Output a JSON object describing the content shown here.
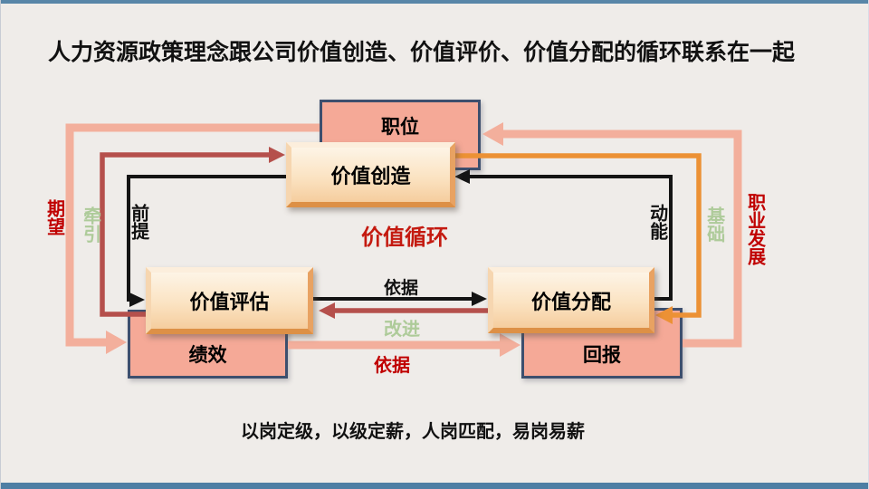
{
  "title": "人力资源政策理念跟公司价值创造、价值评价、价值分配的循环联系在一起",
  "boxes": {
    "position": "职位",
    "value_creation": "价值创造",
    "value_evaluation": "价值评估",
    "value_distribution": "价值分配",
    "performance": "绩效",
    "reward": "回报"
  },
  "center_label": "价值循环",
  "edge_labels": {
    "expectation": "期望",
    "traction": "牵引",
    "premise": "前提",
    "kinetic_energy": "动能",
    "foundation": "基础",
    "career_development": "职业发展",
    "basis_mid": "依据",
    "improvement": "改进",
    "basis_bottom": "依据"
  },
  "caption": "以岗定级，以级定薪，人岗匹配，易岗易薪",
  "colors": {
    "background": "#EFECE9",
    "accent_red_text": "#C00000",
    "pale_green_text": "#AECB9A",
    "pink_arrow": "#F3AF9C",
    "dark_red_arrow": "#B5504C",
    "orange_arrow": "#EC9135",
    "black_arrow": "#141414",
    "salmon_box_fill": "#F5A997",
    "box_border_navy": "#3D4F6E",
    "top_bar": "#5886A8",
    "bottom_bar": "#4D7EA4"
  }
}
